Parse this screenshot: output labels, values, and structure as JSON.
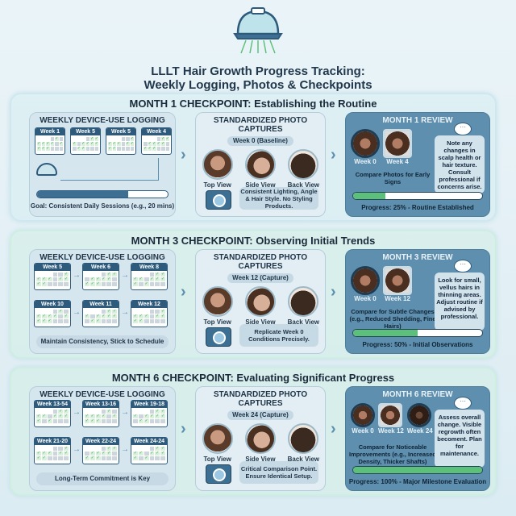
{
  "header": {
    "icon": "laser-cap-icon",
    "title_line1": "LLLT Hair Growth Progress Tracking:",
    "title_line2": "Weekly Logging, Photos & Checkpoints"
  },
  "colors": {
    "accent": "#2e5a7c",
    "progress_green": "#5cc07a",
    "progress_blue": "#3d6f93",
    "review_bg": "#5f8fae"
  },
  "sections": [
    {
      "title": "MONTH 1 CHECKPOINT: Establishing the Routine",
      "log": {
        "title": "WEEKLY DEVICE-USE LOGGING",
        "weeks": [
          "Week 1",
          "Week 5",
          "Week 5",
          "Week 4"
        ],
        "goal": "Goal: Consistent Daily Sessions (e.g., 20 mins)",
        "usage_progress_percent": 70
      },
      "photo": {
        "title": "STANDARDIZED PHOTO CAPTURES",
        "badge": "Week 0 (Baseline)",
        "views": [
          "Top View",
          "Side View",
          "Back View"
        ],
        "tip": "Consistent Lighting, Angle & Hair Style. No Styling Products."
      },
      "review": {
        "title": "MONTH 1 REVIEW",
        "photos": [
          "Week 0",
          "Week 4"
        ],
        "compare": "Compare Photos for Early Signs",
        "note": "Note any changes in scalp health or hair texture. Consult professional if concerns arise.",
        "progress_percent": 25,
        "progress": "Progress: 25% - Routine Established"
      }
    },
    {
      "title": "MONTH 3 CHECKPOINT: Observing Initial Trends",
      "log": {
        "title": "WEEKLY DEVICE-USE LOGGING",
        "weeks": [
          "Week 5",
          "Week 6",
          "Week 8",
          "Week 10",
          "Week 11",
          "Week 12"
        ],
        "footer": "Maintain Consistency, Stick to Schedule"
      },
      "photo": {
        "title": "STANDARDIZED PHOTO CAPTURES",
        "badge": "Week 12 (Capture)",
        "views": [
          "Top View",
          "Side View",
          "Back View"
        ],
        "tip": "Replicate Week 0 Conditions Precisely."
      },
      "review": {
        "title": "MONTH 3 REVIEW",
        "photos": [
          "Week 0",
          "Week 12"
        ],
        "compare": "Compare for Subtle Changes (e.g., Reduced Shedding, Fine Hairs)",
        "note": "Look for small, vellus hairs in thinning areas. Adjust routine if advised by professional.",
        "progress_percent": 50,
        "progress": "Progress: 50% - Initial Observations"
      }
    },
    {
      "title": "MONTH 6 CHECKPOINT: Evaluating Significant Progress",
      "log": {
        "title": "WEEKLY DEVICE-USE LOGGING",
        "weeks": [
          "Week 13-54",
          "Week 13-16",
          "Week 19-18",
          "Week 21-20",
          "Week 22-24",
          "Week 24-24"
        ],
        "footer": "Long-Term Commitment is Key"
      },
      "photo": {
        "title": "STANDARDIZED PHOTO CAPTURES",
        "badge": "Week 24 (Capture)",
        "views": [
          "Top View",
          "Side View",
          "Back View"
        ],
        "tip": "Critical Comparison Point. Ensure Identical Setup."
      },
      "review": {
        "title": "MONTH 6 REVIEW",
        "photos": [
          "Week 0",
          "Week 12",
          "Week 24"
        ],
        "compare": "Compare for Noticeable Improvements (e.g., Increased Density, Thicker Shafts)",
        "note": "Assess overall change. Visible regrowth often becoment. Plan for maintenance.",
        "progress_percent": 100,
        "progress": "Progress: 100% - Major Milestone Evaluation"
      }
    }
  ]
}
